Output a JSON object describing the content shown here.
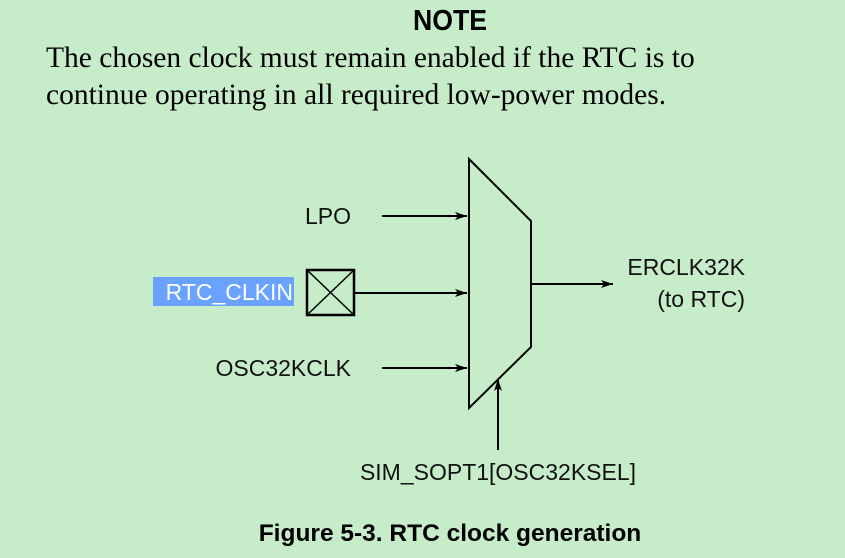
{
  "note": {
    "title": "NOTE",
    "text_line1": "The chosen clock must remain enabled if the RTC is to",
    "text_line2": "continue operating in all required low-power modes."
  },
  "diagram": {
    "inputs": [
      {
        "label": "LPO"
      },
      {
        "label": "RTC_CLKIN",
        "selected": true,
        "has_pin_box": true
      },
      {
        "label": "OSC32KCLK"
      }
    ],
    "output": {
      "label_line1": "ERCLK32K",
      "label_line2": "(to RTC)"
    },
    "select": {
      "label": "SIM_SOPT1[OSC32KSEL]"
    },
    "colors": {
      "background": "#c7ecca",
      "selection": "#6aa3ff",
      "stroke": "#000000"
    }
  },
  "caption": "Figure 5-3. RTC clock generation"
}
